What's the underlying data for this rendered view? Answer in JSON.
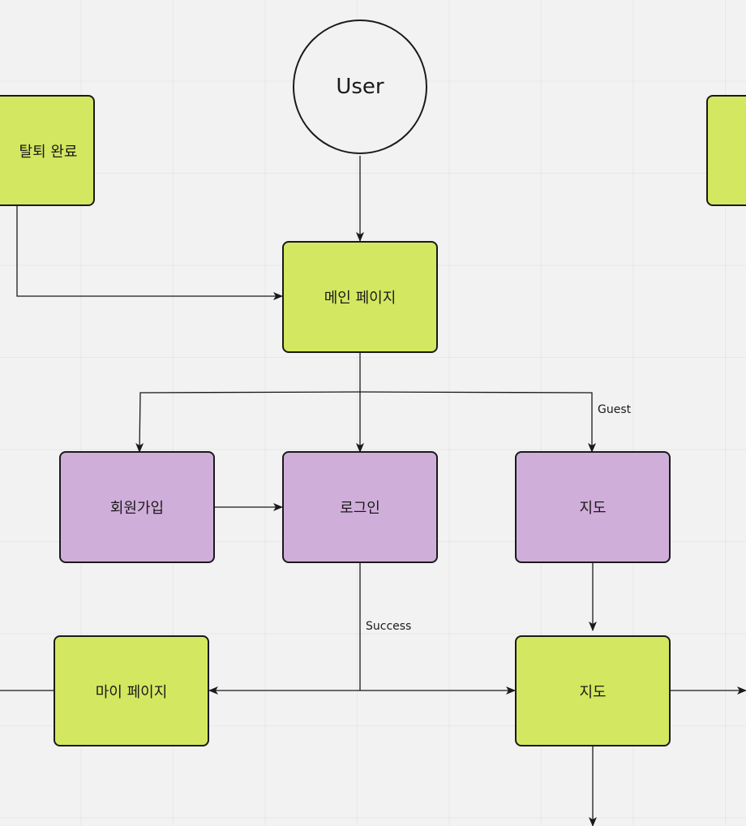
{
  "nodes": {
    "user": "User",
    "withdraw_done": "탈퇴 완료",
    "right_partial": "",
    "main_page": "메인 페이지",
    "signup": "회원가입",
    "login": "로그인",
    "map_guest": "지도",
    "my_page": "마이 페이지",
    "map": "지도"
  },
  "edges": {
    "guest": "Guest",
    "success": "Success"
  },
  "colors": {
    "page_node": "#d4e760",
    "action_node": "#d0aeda",
    "stroke": "#1a1a1a",
    "background": "#f2f2f2"
  }
}
